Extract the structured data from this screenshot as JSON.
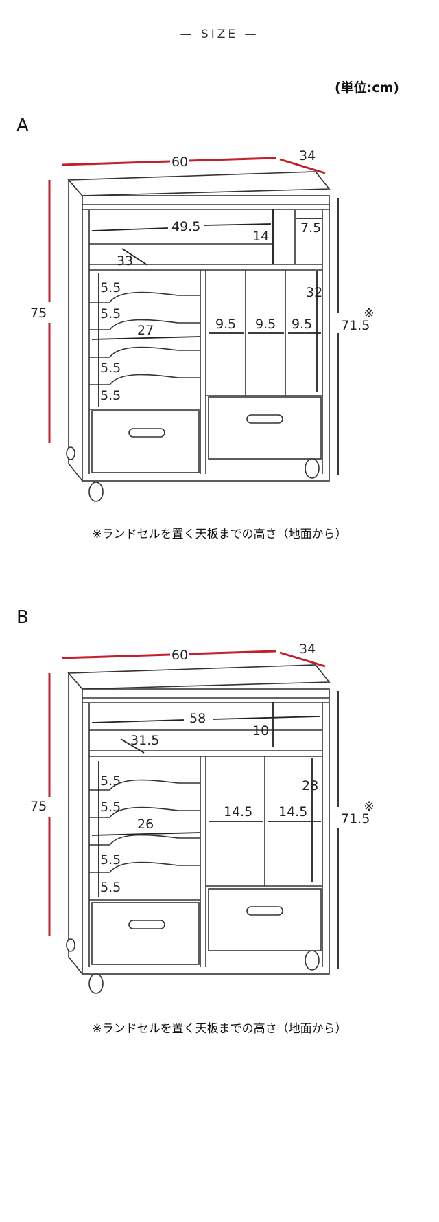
{
  "heading": "— SIZE —",
  "unit_label": "(単位:cm)",
  "colors": {
    "dimension_red": "#c21f2b",
    "line": "#333333"
  },
  "variants": [
    {
      "label": "A",
      "dims": {
        "width": "60",
        "depth": "34",
        "height": "75",
        "shelf_height": "71.5",
        "top_inner_width": "49.5",
        "top_inner_height": "14",
        "top_right_width": "7.5",
        "top_depth": "33",
        "tray_height_1": "5.5",
        "tray_height_2": "5.5",
        "tray_width": "27",
        "tray_height_3": "5.5",
        "tray_height_4": "5.5",
        "slot_width_1": "9.5",
        "slot_width_2": "9.5",
        "slot_width_3": "9.5",
        "slot_height": "32",
        "note_mark": "※"
      },
      "note": "※ランドセルを置く天板までの高さ（地面から）"
    },
    {
      "label": "B",
      "dims": {
        "width": "60",
        "depth": "34",
        "height": "75",
        "shelf_height": "71.5",
        "top_inner_width": "58",
        "top_inner_height": "10",
        "top_depth": "31.5",
        "tray_height_1": "5.5",
        "tray_height_2": "5.5",
        "tray_width": "26",
        "tray_height_3": "5.5",
        "tray_height_4": "5.5",
        "slot_width_1": "14.5",
        "slot_width_2": "14.5",
        "slot_height": "28",
        "note_mark": "※"
      },
      "note": "※ランドセルを置く天板までの高さ（地面から）"
    }
  ]
}
